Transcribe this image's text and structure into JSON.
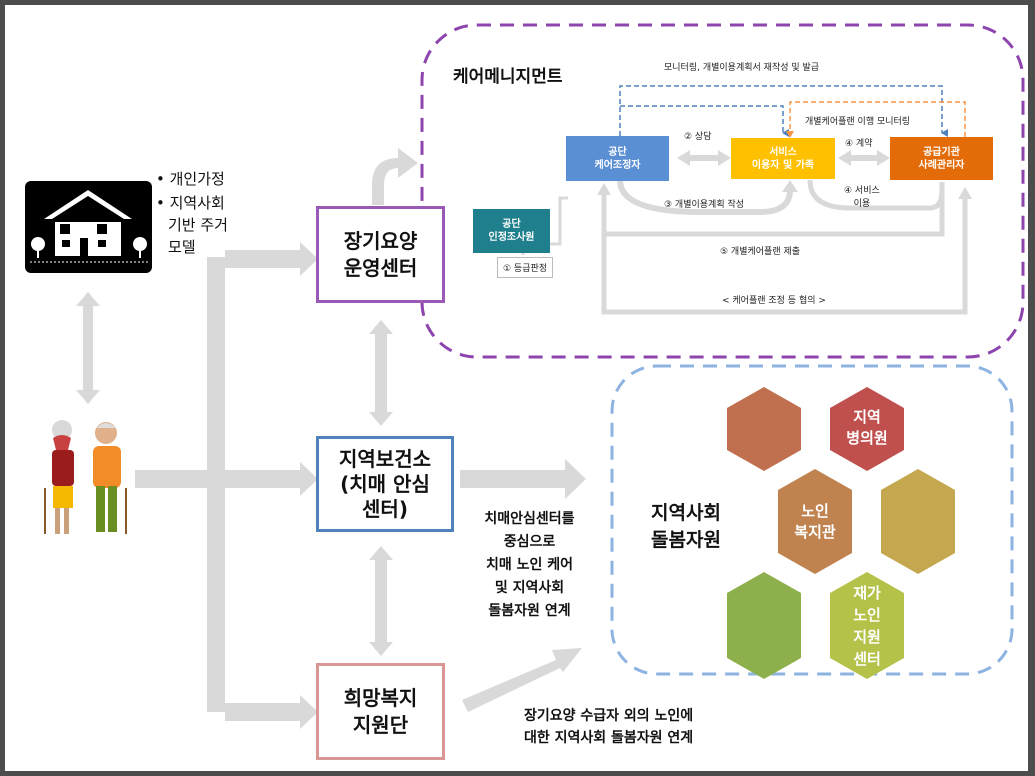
{
  "left": {
    "bullets": [
      "개인가정",
      "지역사회",
      "기반 주거",
      "모델"
    ]
  },
  "center_boxes": {
    "ltc": [
      "장기요양",
      "운영센터"
    ],
    "health": [
      "지역보건소",
      "(치매 안심",
      "센터)"
    ],
    "hope": [
      "희망복지",
      "지원단"
    ]
  },
  "care_mgmt": {
    "title": "케어메니지먼트",
    "top_note": "모니터링, 개별이용계획서 재작성 및 발급",
    "monitor_note": "개별케어플랜 이행 모니터링",
    "boxes": {
      "inspector": [
        "공단",
        "인정조사원"
      ],
      "coordinator": [
        "공단",
        "케어조정자"
      ],
      "user": [
        "서비스",
        "이용자 및 가족"
      ],
      "provider": [
        "공급기관",
        "사례관리자"
      ]
    },
    "steps": {
      "s1": "① 등급판정",
      "s2": "② 상담",
      "s3": "③ 개별이용계획 작성",
      "s4a": "④ 계약",
      "s4b": [
        "④ 서비스",
        "이용"
      ],
      "s5": "⑤ 개별케어플랜 제출",
      "adjust": "< 케어플랜 조정 등 협의 >"
    }
  },
  "resources": {
    "title": [
      "지역사회",
      "돌봄자원"
    ],
    "hex_labels": {
      "clinic": [
        "지역",
        "병의원"
      ],
      "welfare": [
        "노인",
        "복지관"
      ],
      "home": [
        "재가",
        "노인",
        "지원",
        "센터"
      ]
    }
  },
  "captions": {
    "dementia": [
      "치매안심센터를",
      "중심으로",
      "치매 노인 케어",
      "및 지역사회",
      "돌봄자원 연계"
    ],
    "hope": [
      "장기요양 수급자 외의 노인에",
      "대한 지역사회 돌봄자원 연계"
    ]
  },
  "colors": {
    "frame": "#4d4d4d",
    "arrow_gray": "#d9d9d9",
    "purple": "#9b59b6",
    "blue": "#4f81bd",
    "pink": "#d99694",
    "care_dash": "#8e44ad",
    "res_dash": "#8db3e2",
    "coordinator": "#5b8fd4",
    "user_box": "#ffc000",
    "provider": "#e36c09",
    "inspector": "#1f7f8c",
    "hex_brown": "#c0704f",
    "hex_red": "#c0504d",
    "hex_tan": "#c0834f",
    "hex_olive": "#c4a74e",
    "hex_green": "#8db04d",
    "hex_lightolive": "#b5c24a"
  },
  "icons": [
    "house-icon",
    "elderly-couple-icon"
  ]
}
